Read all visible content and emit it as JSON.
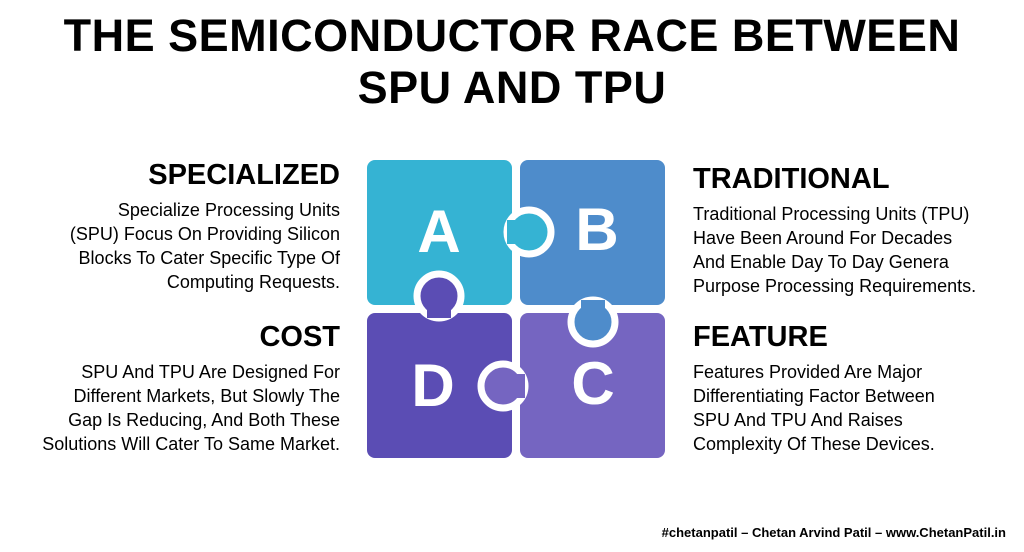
{
  "title": {
    "line1": "THE SEMICONDUCTOR RACE BETWEEN",
    "line2": "SPU AND TPU"
  },
  "sections": {
    "a": {
      "heading": "SPECIALIZED",
      "lines": [
        "Specialize Processing Units",
        "(SPU) Focus On Providing Silicon",
        "Blocks To Cater Specific Type Of",
        "Computing Requests."
      ]
    },
    "b": {
      "heading": "TRADITIONAL",
      "lines": [
        "Traditional Processing Units (TPU)",
        "Have Been Around For Decades",
        "And Enable Day To Day Genera",
        "Purpose Processing Requirements."
      ]
    },
    "d": {
      "heading": "COST",
      "lines": [
        "SPU And TPU Are Designed For",
        "Different Markets, But Slowly The",
        "Gap Is Reducing, And Both These",
        "Solutions Will Cater To Same Market."
      ]
    },
    "c": {
      "heading": "FEATURE",
      "lines": [
        "Features Provided Are Major",
        "Differentiating Factor Between",
        "SPU And TPU And Raises",
        "Complexity Of These Devices."
      ]
    }
  },
  "puzzle": {
    "pieces": {
      "a": {
        "letter": "A",
        "color": "#35b3d3"
      },
      "b": {
        "letter": "B",
        "color": "#4e8ccb"
      },
      "c": {
        "letter": "C",
        "color": "#7565c1"
      },
      "d": {
        "letter": "D",
        "color": "#5b4db4"
      }
    }
  },
  "footer": {
    "text": "#chetanpatil – Chetan Arvind Patil – www.ChetanPatil.in"
  }
}
